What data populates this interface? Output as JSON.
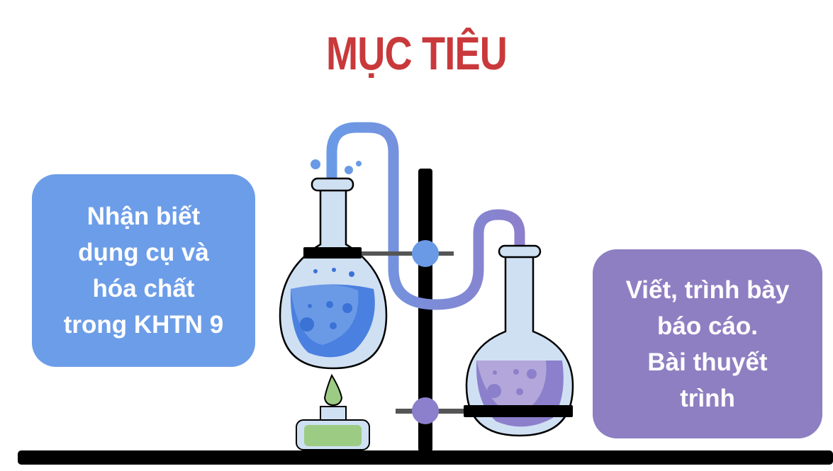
{
  "slide": {
    "title": "MỤC TIÊU",
    "title_color": "#c9393b"
  },
  "objectives": [
    {
      "text": "Nhận biết\ndụng cụ và\nhóa chất\ntrong KHTN 9",
      "background": "#6c9de8"
    },
    {
      "text": "Viết, trình bày\nbáo cáo.\nBài thuyết\ntrình",
      "background": "#8e7fc2"
    }
  ],
  "illustration": {
    "name": "chemistry-lab-apparatus",
    "items": [
      "round-bottom-flask-blue",
      "alcohol-burner",
      "retort-stand",
      "delivery-tube",
      "round-bottom-flask-purple"
    ],
    "colors": {
      "blue_liquid": "#4a80e0",
      "purple_liquid": "#9b8dd0",
      "green_burner": "#9ccc84",
      "glass": "#cfe0f3",
      "stand": "#000000"
    }
  }
}
